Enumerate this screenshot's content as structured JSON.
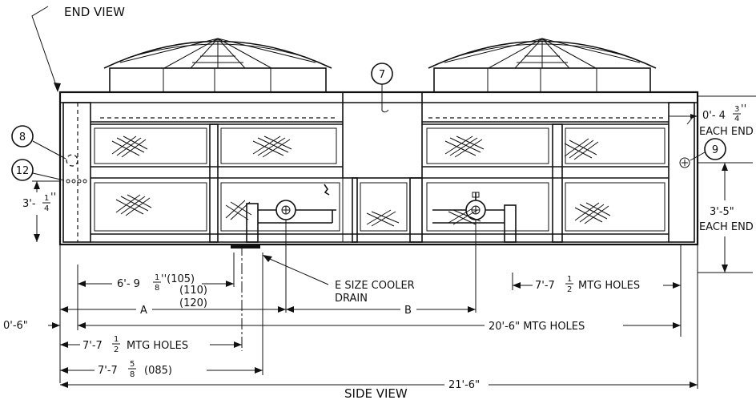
{
  "labels": {
    "end_view": "END VIEW",
    "side_view": "SIDE VIEW",
    "cooler_drain_l1": "E SIZE COOLER",
    "cooler_drain_l2": "DRAIN",
    "dim_end_top_a": "0'- 4",
    "dim_end_top_frac_n": "3",
    "dim_end_top_frac_d": "4",
    "dim_end_top_quote": "''",
    "each_end_1": "EACH END",
    "dim_right_height": "3'-5\"",
    "each_end_2": "EACH END",
    "dim_left_height_a": "3'-",
    "dim_left_height_n": "1",
    "dim_left_height_d": "4",
    "dim_left_height_q": "''",
    "dim_6ft_a": "6'- 9",
    "dim_6ft_n": "1",
    "dim_6ft_d": "8",
    "dim_6ft_q": "''(105)",
    "dim_110": "(110)",
    "dim_120": "(120)",
    "dim_A": "A",
    "dim_B": "B",
    "dim_06": "0'-6\"",
    "dim_mtg_left_a": "7'-7",
    "dim_mtg_left_n": "1",
    "dim_mtg_left_d": "2",
    "dim_mtg_left_b": "MTG HOLES",
    "dim_085_a": "7'-7",
    "dim_085_n": "5",
    "dim_085_d": "8",
    "dim_085_b": "(085)",
    "dim_mtg_right_a": "7'-7",
    "dim_mtg_right_n": "1",
    "dim_mtg_right_d": "2",
    "dim_mtg_right_b": "MTG HOLES",
    "dim_20ft": "20'-6\" MTG HOLES",
    "dim_21ft": "21'-6\""
  },
  "callouts": {
    "c7": "7",
    "c8": "8",
    "c9": "9",
    "c12": "12"
  }
}
